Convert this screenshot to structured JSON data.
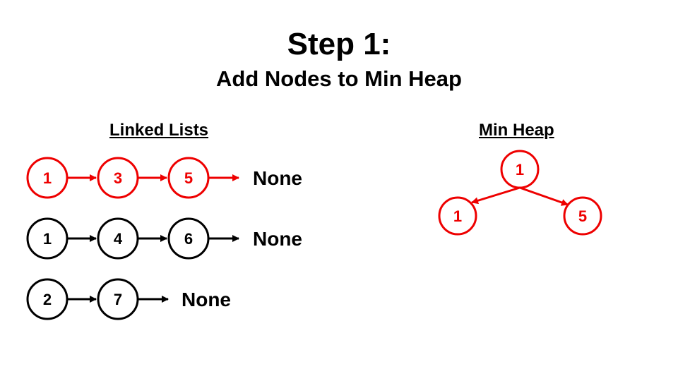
{
  "slide": {
    "title": "Step 1:",
    "subtitle": "Add Nodes to Min Heap"
  },
  "linked_lists": {
    "heading": "Linked Lists",
    "lists": [
      {
        "nodes": [
          "1",
          "3",
          "5"
        ],
        "terminal": "None",
        "highlighted": true
      },
      {
        "nodes": [
          "1",
          "4",
          "6"
        ],
        "terminal": "None",
        "highlighted": false
      },
      {
        "nodes": [
          "2",
          "7"
        ],
        "terminal": "None",
        "highlighted": false
      }
    ]
  },
  "min_heap": {
    "heading": "Min Heap",
    "root": "1",
    "left": "1",
    "right": "5"
  },
  "colors": {
    "highlight": "#ee0000",
    "default": "#000000"
  }
}
